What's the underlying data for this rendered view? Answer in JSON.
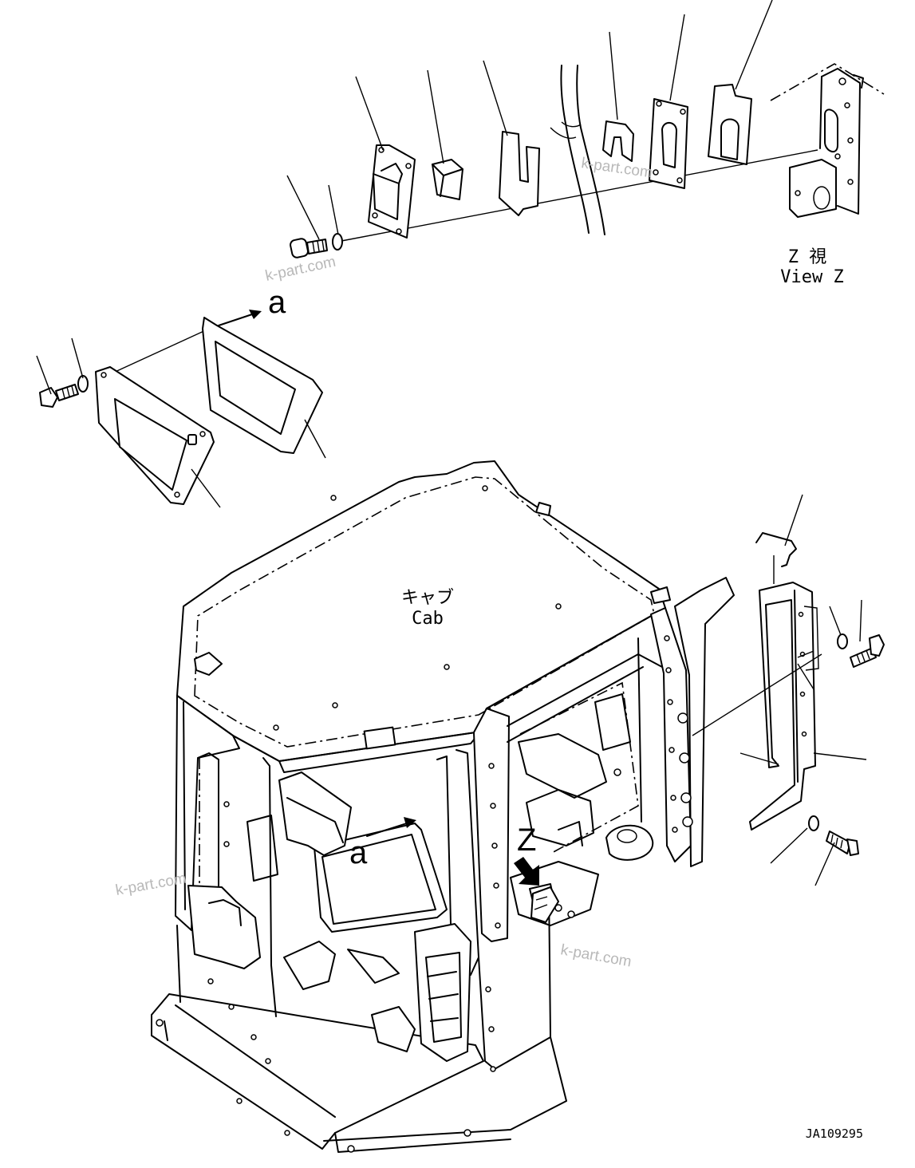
{
  "labels": {
    "cab_jp": "キャブ",
    "cab_en": "Cab",
    "view_z_jp": "Z 視",
    "view_z_en": "View Z",
    "arrow_a_top": "a",
    "arrow_a_cab": "a",
    "z_marker": "Z",
    "drawing_code": "JA109295"
  },
  "watermarks": [
    "k-part.com",
    "k-part.com",
    "k-part.com",
    "k-part.com"
  ]
}
